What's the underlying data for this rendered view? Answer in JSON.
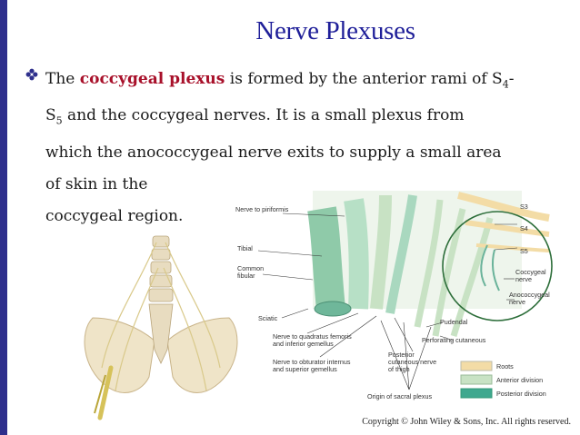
{
  "slide": {
    "title": "Nerve Plexuses",
    "bullet": {
      "lead": "The ",
      "term": "coccygeal plexus",
      "line1_rest": " is formed by the anterior rami of S",
      "line1_sub": "4",
      "line1_end": "-",
      "line2_pre": "S",
      "line2_sub": "5",
      "line2_rest": " and the coccygeal nerves. It is a small plexus from",
      "line3": "which the anococcygeal nerve exits to supply a small area",
      "line4": "of skin in the",
      "line5": "coccygeal region."
    },
    "copyright": "Copyright © John Wiley & Sons, Inc. All rights reserved."
  },
  "figure": {
    "labels": {
      "nerve_to_piriformis": "Nerve to piriformis",
      "tibial": "Tibial",
      "common_fibular_1": "Common",
      "common_fibular_2": "fibular",
      "sciatic": "Sciatic",
      "quadratus_1": "Nerve to quadratus femoris",
      "quadratus_2": "and inferior gemellus",
      "obturator_1": "Nerve to obturator internus",
      "obturator_2": "and superior gemellus",
      "posterior_1": "Posterior",
      "posterior_2": "cutaneous nerve",
      "posterior_3": "of thigh",
      "pudendal": "Pudendal",
      "perforating": "Perforating cutaneous",
      "origin": "Origin of sacral plexus",
      "s3": "S3",
      "s4": "S4",
      "s5": "S5",
      "coccygeal_1": "Coccygeal",
      "coccygeal_2": "nerve",
      "anococcygeal_1": "Anococcygeal",
      "anococcygeal_2": "nerve"
    },
    "legend": [
      {
        "label": "Roots",
        "color": "#f3dca6"
      },
      {
        "label": "Anterior division",
        "color": "#c8e2c4"
      },
      {
        "label": "Posterior division",
        "color": "#3fa88f"
      }
    ]
  }
}
